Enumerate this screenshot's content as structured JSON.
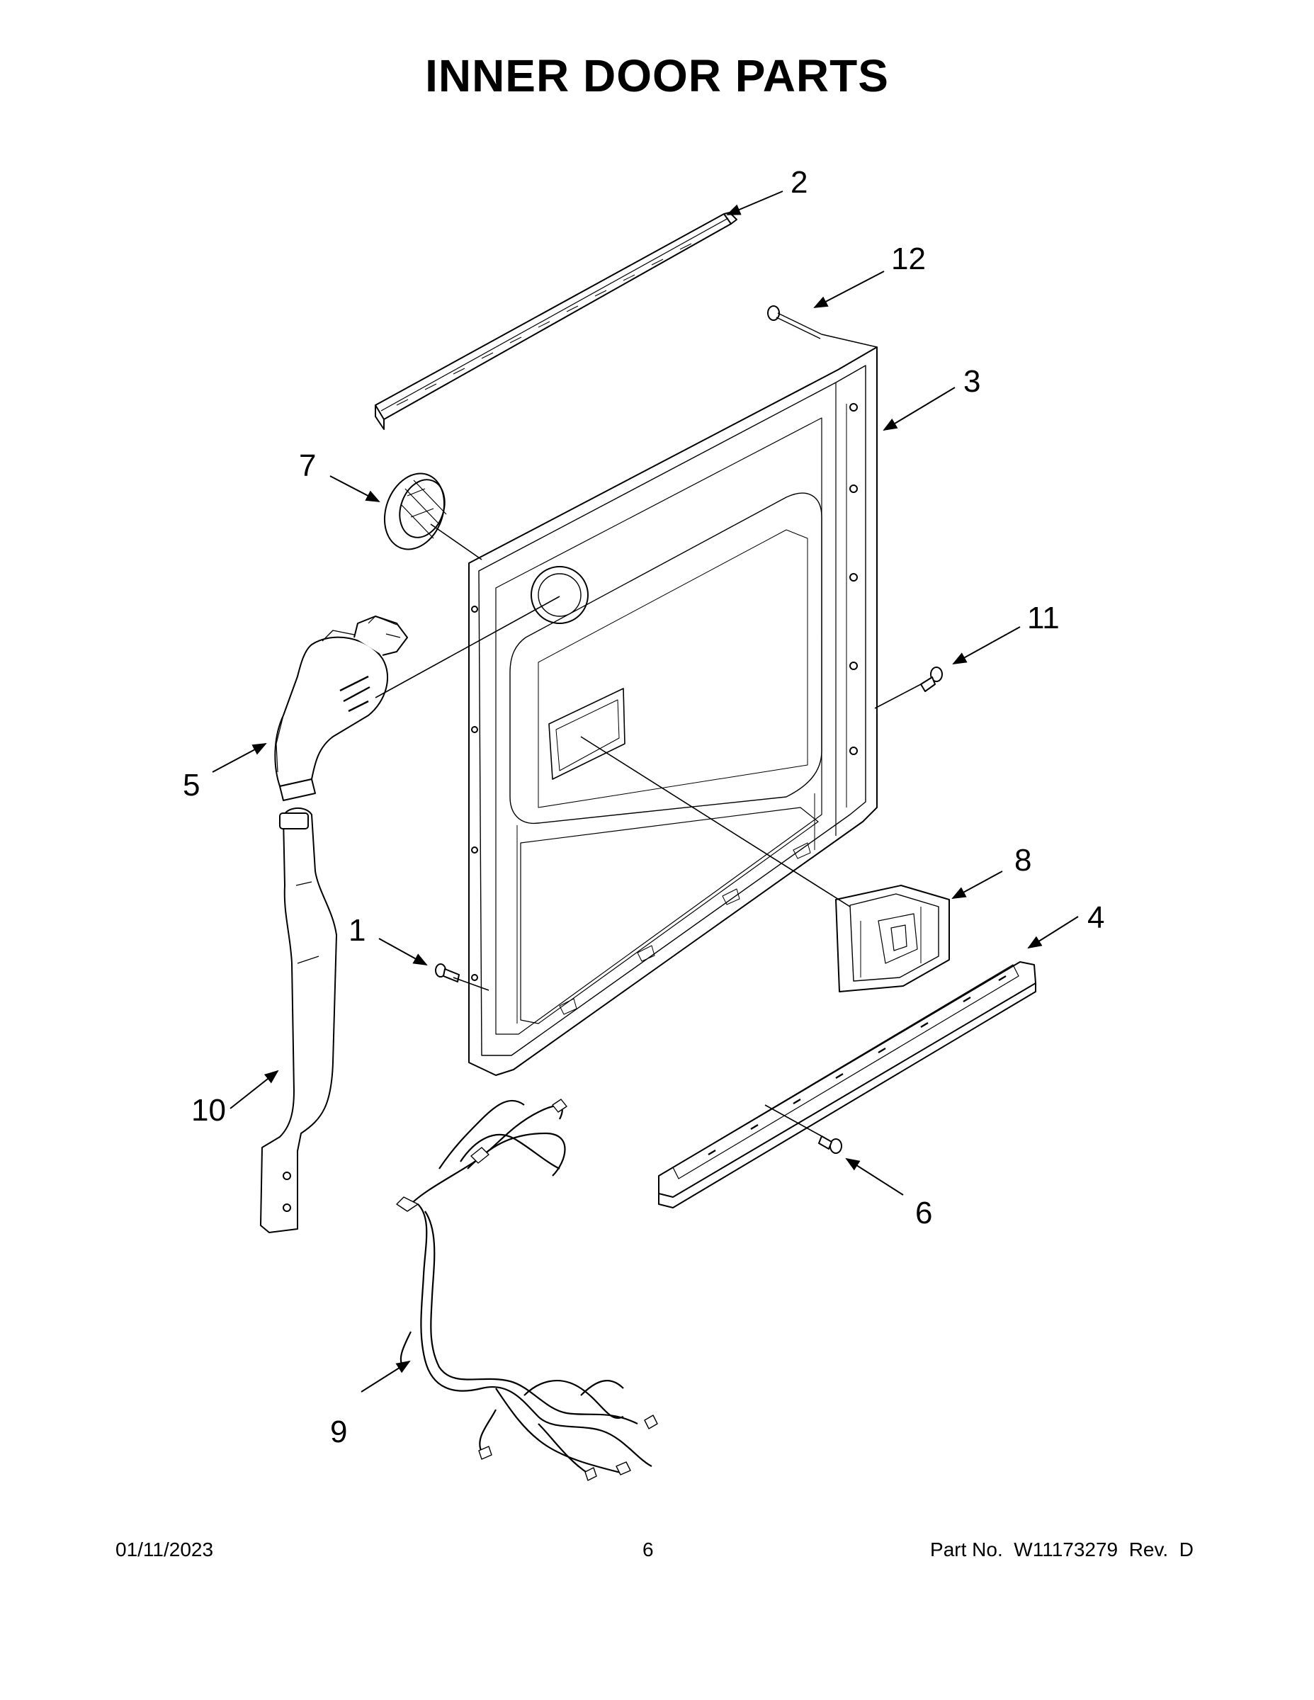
{
  "title": "INNER DOOR PARTS",
  "callouts": {
    "p1": "1",
    "p2": "2",
    "p3": "3",
    "p4": "4",
    "p5": "5",
    "p6": "6",
    "p7": "7",
    "p8": "8",
    "p9": "9",
    "p10": "10",
    "p11": "11",
    "p12": "12"
  },
  "footer": {
    "date": "01/11/2023",
    "page": "6",
    "part_label": "Part No.",
    "part_number": "W11173279",
    "rev_label": "Rev.",
    "rev": "D"
  }
}
